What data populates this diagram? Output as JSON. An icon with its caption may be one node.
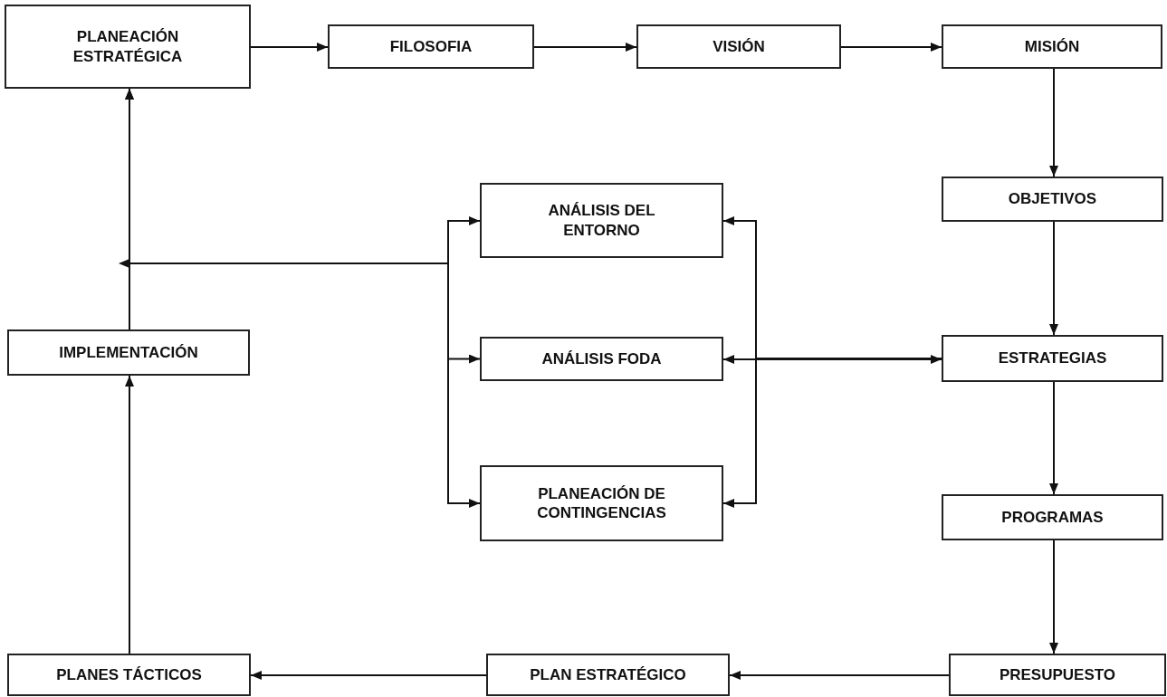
{
  "diagram": {
    "nodes": [
      {
        "text": [
          "PLANEACIÓN ESTRATÉGICA"
        ]
      },
      {
        "text": [
          "FILOSOFIA"
        ]
      },
      {
        "text": [
          "VISIÓN"
        ]
      },
      {
        "text": [
          "MISIÓN"
        ]
      },
      {
        "text": [
          "ANÁLISIS DEL ENTORNO"
        ]
      },
      {
        "text": [
          "OBJETIVOS"
        ]
      },
      {
        "text": [
          "IMPLEMENTACIÓN"
        ]
      },
      {
        "text": [
          "ANÁLISIS FODA"
        ]
      },
      {
        "text": [
          "ESTRATEGIAS"
        ]
      },
      {
        "text": [
          "PLANEACIÓN DE CONTINGENCIAS"
        ]
      },
      {
        "text": [
          "PROGRAMAS"
        ]
      },
      {
        "text": [
          "PLANES TÁCTICOS"
        ]
      },
      {
        "text": [
          "PLAN ESTRATÉGICO"
        ]
      },
      {
        "text": [
          "PRESUPUESTO"
        ]
      }
    ],
    "edges": [
      {
        "from": 0,
        "to": 1,
        "arrow": "to"
      },
      {
        "from": 1,
        "to": 2,
        "arrow": "to"
      },
      {
        "from": 2,
        "to": 3,
        "arrow": "to"
      },
      {
        "from": 3,
        "to": 5,
        "arrow": "to"
      },
      {
        "from": 5,
        "to": 8,
        "arrow": "to"
      },
      {
        "from": 7,
        "to": 8,
        "arrow": "both"
      },
      {
        "from": 8,
        "to": 10,
        "arrow": "to"
      },
      {
        "from": 10,
        "to": 13,
        "arrow": "to"
      },
      {
        "from": 13,
        "to": 12,
        "arrow": "to"
      },
      {
        "from": 12,
        "to": 11,
        "arrow": "to"
      },
      {
        "from": 11,
        "to": 6,
        "arrow": "to"
      },
      {
        "from": 6,
        "to": 0,
        "arrow": "to"
      },
      {
        "from": null,
        "to": 4,
        "arrow": "to"
      },
      {
        "from": null,
        "to": 7,
        "arrow": "to"
      },
      {
        "from": null,
        "to": 9,
        "arrow": "to"
      },
      {
        "from": null,
        "to": 0,
        "arrow": "to"
      },
      {
        "from": 8,
        "to": 4,
        "arrow": "to"
      },
      {
        "from": 8,
        "to": 9,
        "arrow": "to"
      }
    ]
  }
}
